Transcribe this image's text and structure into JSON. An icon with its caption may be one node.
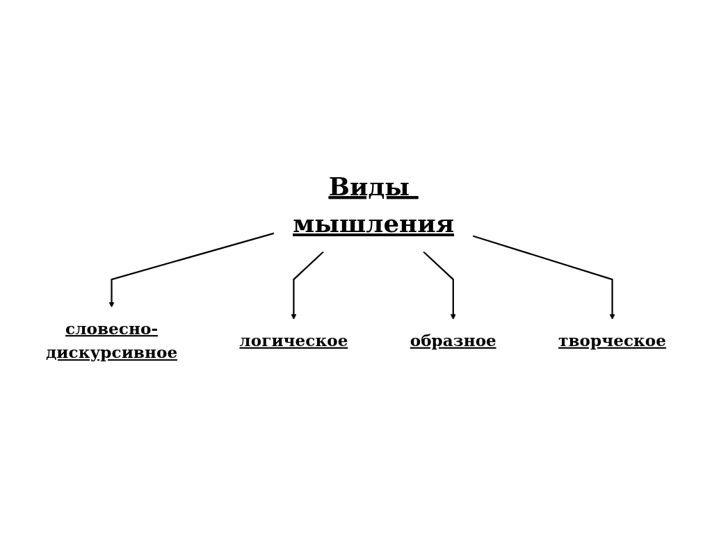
{
  "diagram": {
    "nodes": [
      {
        "text": [
          "Виды мышления"
        ]
      },
      {
        "text": [
          "словесно-дискурсивное"
        ]
      },
      {
        "text": [
          "логическое"
        ]
      },
      {
        "text": [
          "образное"
        ]
      },
      {
        "text": [
          "творческое"
        ]
      }
    ],
    "edges": [
      {
        "from": 0,
        "to": 1,
        "arrow": "to"
      },
      {
        "from": 0,
        "to": 2,
        "arrow": "to"
      },
      {
        "from": 0,
        "to": 3,
        "arrow": "to"
      },
      {
        "from": 0,
        "to": 4,
        "arrow": "to"
      }
    ]
  }
}
